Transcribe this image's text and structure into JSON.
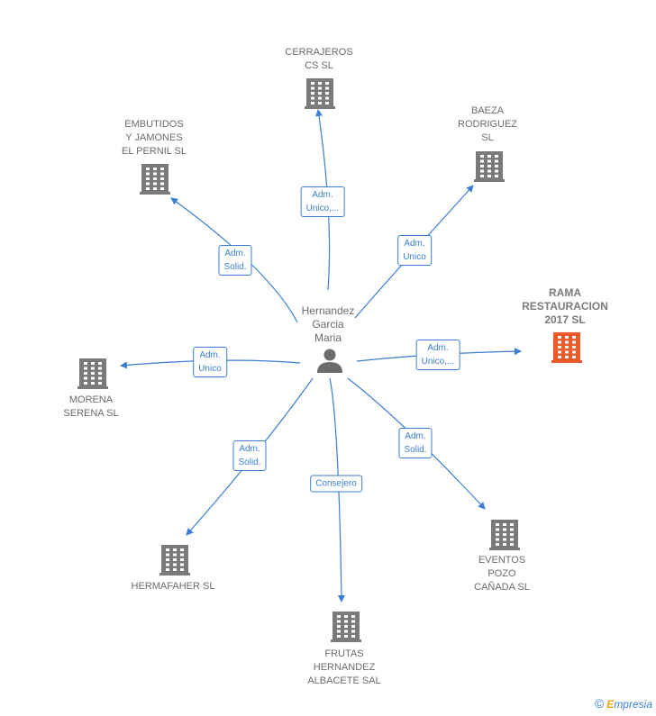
{
  "center": {
    "name": "Hernandez\nGarcia\nMaria",
    "icon": "person-icon"
  },
  "nodes": [
    {
      "id": "cerrajeros",
      "label": "CERRAJEROS\nCS  SL",
      "icon": "building-icon",
      "highlight": false
    },
    {
      "id": "baeza",
      "label": "BAEZA\nRODRIGUEZ\nSL",
      "icon": "building-icon",
      "highlight": false
    },
    {
      "id": "rama",
      "label": "RAMA\nRESTAURACION\n2017  SL",
      "icon": "building-icon",
      "highlight": true
    },
    {
      "id": "eventos",
      "label": "EVENTOS\nPOZO\nCAÑADA  SL",
      "icon": "building-icon",
      "highlight": false
    },
    {
      "id": "frutas",
      "label": "FRUTAS\nHERNANDEZ\nALBACETE SAL",
      "icon": "building-icon",
      "highlight": false
    },
    {
      "id": "hermafaher",
      "label": "HERMAFAHER SL",
      "icon": "building-icon",
      "highlight": false
    },
    {
      "id": "morena",
      "label": "MORENA\nSERENA SL",
      "icon": "building-icon",
      "highlight": false
    },
    {
      "id": "embutidos",
      "label": "EMBUTIDOS\nY JAMONES\nEL PERNIL SL",
      "icon": "building-icon",
      "highlight": false
    }
  ],
  "edges": [
    {
      "to": "cerrajeros",
      "label": "Adm.\nUnico,..."
    },
    {
      "to": "baeza",
      "label": "Adm.\nUnico"
    },
    {
      "to": "rama",
      "label": "Adm.\nUnico,..."
    },
    {
      "to": "eventos",
      "label": "Adm.\nSolid."
    },
    {
      "to": "frutas",
      "label": "Consejero"
    },
    {
      "to": "hermafaher",
      "label": "Adm.\nSolid."
    },
    {
      "to": "morena",
      "label": "Adm.\nUnico"
    },
    {
      "to": "embutidos",
      "label": "Adm.\nSolid."
    }
  ],
  "colors": {
    "edge": "#3a7fd5",
    "building": "#7a7a7a",
    "highlight": "#f05a28",
    "person": "#6b6b6b"
  },
  "brand": {
    "copyright": "©",
    "initial": "E",
    "rest": "mpresia"
  }
}
